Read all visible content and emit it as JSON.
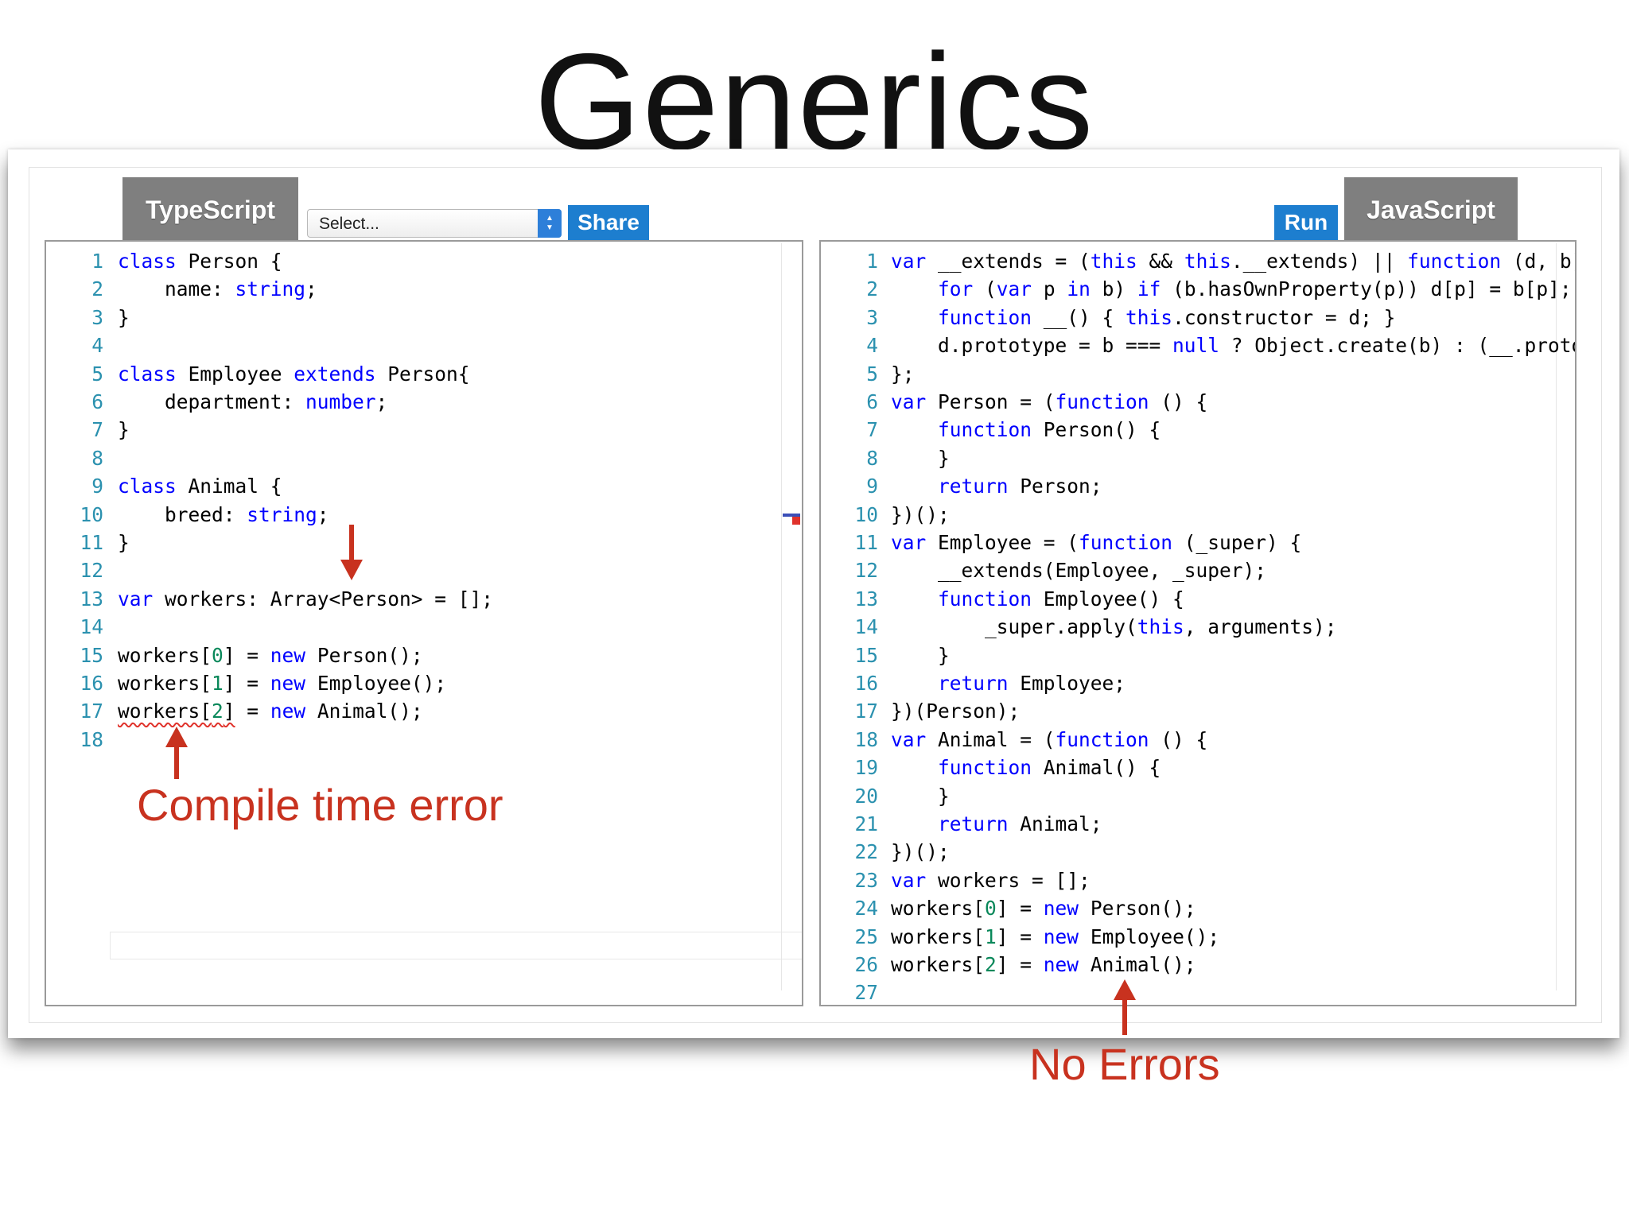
{
  "title": "Generics",
  "typescript_tab": "TypeScript",
  "javascript_tab": "JavaScript",
  "select": {
    "value": "Select..."
  },
  "share_label": "Share",
  "run_label": "Run",
  "annotations": {
    "compile_error": "Compile time error",
    "no_errors": "No Errors"
  },
  "ts_lines": [
    [
      [
        "kw",
        "class"
      ],
      [
        "t",
        " Person {"
      ]
    ],
    [
      [
        "t",
        "    name: "
      ],
      [
        "kw",
        "string"
      ],
      [
        "t",
        ";"
      ]
    ],
    [
      [
        "t",
        "}"
      ]
    ],
    [],
    [
      [
        "kw",
        "class"
      ],
      [
        "t",
        " Employee "
      ],
      [
        "kw",
        "extends"
      ],
      [
        "t",
        " Person{"
      ]
    ],
    [
      [
        "t",
        "    department: "
      ],
      [
        "kw",
        "number"
      ],
      [
        "t",
        ";"
      ]
    ],
    [
      [
        "t",
        "}"
      ]
    ],
    [],
    [
      [
        "kw",
        "class"
      ],
      [
        "t",
        " Animal {"
      ]
    ],
    [
      [
        "t",
        "    breed: "
      ],
      [
        "kw",
        "string"
      ],
      [
        "t",
        ";"
      ]
    ],
    [
      [
        "t",
        "}"
      ]
    ],
    [],
    [
      [
        "kw",
        "var"
      ],
      [
        "t",
        " workers: Array<Person> = [];"
      ]
    ],
    [],
    [
      [
        "t",
        "workers["
      ],
      [
        "num",
        "0"
      ],
      [
        "t",
        "] = "
      ],
      [
        "kw",
        "new"
      ],
      [
        "t",
        " Person();"
      ]
    ],
    [
      [
        "t",
        "workers["
      ],
      [
        "num",
        "1"
      ],
      [
        "t",
        "] = "
      ],
      [
        "kw",
        "new"
      ],
      [
        "t",
        " Employee();"
      ]
    ],
    [
      [
        "err",
        "workers["
      ],
      [
        "errnum",
        "2"
      ],
      [
        "err",
        "]"
      ],
      [
        "t",
        " = "
      ],
      [
        "kw",
        "new"
      ],
      [
        "t",
        " Animal();"
      ]
    ],
    []
  ],
  "js_lines": [
    [
      [
        "kw",
        "var"
      ],
      [
        "t",
        " __extends = ("
      ],
      [
        "kw",
        "this"
      ],
      [
        "t",
        " && "
      ],
      [
        "kw",
        "this"
      ],
      [
        "t",
        ".__extends) || "
      ],
      [
        "kw",
        "function"
      ],
      [
        "t",
        " (d, b) {"
      ]
    ],
    [
      [
        "t",
        "    "
      ],
      [
        "kw",
        "for"
      ],
      [
        "t",
        " ("
      ],
      [
        "kw",
        "var"
      ],
      [
        "t",
        " p "
      ],
      [
        "kw",
        "in"
      ],
      [
        "t",
        " b) "
      ],
      [
        "kw",
        "if"
      ],
      [
        "t",
        " (b.hasOwnProperty(p)) d[p] = b[p];"
      ]
    ],
    [
      [
        "t",
        "    "
      ],
      [
        "kw",
        "function"
      ],
      [
        "t",
        " __() { "
      ],
      [
        "kw",
        "this"
      ],
      [
        "t",
        ".constructor = d; }"
      ]
    ],
    [
      [
        "t",
        "    d.prototype = b === "
      ],
      [
        "kw",
        "null"
      ],
      [
        "t",
        " ? Object.create(b) : (__.prototype = b.prototype, new __());"
      ]
    ],
    [
      [
        "t",
        "};"
      ]
    ],
    [
      [
        "kw",
        "var"
      ],
      [
        "t",
        " Person = ("
      ],
      [
        "kw",
        "function"
      ],
      [
        "t",
        " () {"
      ]
    ],
    [
      [
        "t",
        "    "
      ],
      [
        "kw",
        "function"
      ],
      [
        "t",
        " Person() {"
      ]
    ],
    [
      [
        "t",
        "    }"
      ]
    ],
    [
      [
        "t",
        "    "
      ],
      [
        "kw",
        "return"
      ],
      [
        "t",
        " Person;"
      ]
    ],
    [
      [
        "t",
        "})();"
      ]
    ],
    [
      [
        "kw",
        "var"
      ],
      [
        "t",
        " Employee = ("
      ],
      [
        "kw",
        "function"
      ],
      [
        "t",
        " (_super) {"
      ]
    ],
    [
      [
        "t",
        "    __extends(Employee, _super);"
      ]
    ],
    [
      [
        "t",
        "    "
      ],
      [
        "kw",
        "function"
      ],
      [
        "t",
        " Employee() {"
      ]
    ],
    [
      [
        "t",
        "        _super.apply("
      ],
      [
        "kw",
        "this"
      ],
      [
        "t",
        ", arguments);"
      ]
    ],
    [
      [
        "t",
        "    }"
      ]
    ],
    [
      [
        "t",
        "    "
      ],
      [
        "kw",
        "return"
      ],
      [
        "t",
        " Employee;"
      ]
    ],
    [
      [
        "t",
        "})(Person);"
      ]
    ],
    [
      [
        "kw",
        "var"
      ],
      [
        "t",
        " Animal = ("
      ],
      [
        "kw",
        "function"
      ],
      [
        "t",
        " () {"
      ]
    ],
    [
      [
        "t",
        "    "
      ],
      [
        "kw",
        "function"
      ],
      [
        "t",
        " Animal() {"
      ]
    ],
    [
      [
        "t",
        "    }"
      ]
    ],
    [
      [
        "t",
        "    "
      ],
      [
        "kw",
        "return"
      ],
      [
        "t",
        " Animal;"
      ]
    ],
    [
      [
        "t",
        "})();"
      ]
    ],
    [
      [
        "kw",
        "var"
      ],
      [
        "t",
        " workers = [];"
      ]
    ],
    [
      [
        "t",
        "workers["
      ],
      [
        "num",
        "0"
      ],
      [
        "t",
        "] = "
      ],
      [
        "kw",
        "new"
      ],
      [
        "t",
        " Person();"
      ]
    ],
    [
      [
        "t",
        "workers["
      ],
      [
        "num",
        "1"
      ],
      [
        "t",
        "] = "
      ],
      [
        "kw",
        "new"
      ],
      [
        "t",
        " Employee();"
      ]
    ],
    [
      [
        "t",
        "workers["
      ],
      [
        "num",
        "2"
      ],
      [
        "t",
        "] = "
      ],
      [
        "kw",
        "new"
      ],
      [
        "t",
        " Animal();"
      ]
    ],
    []
  ],
  "colors": {
    "keyword": "#0000ff",
    "number": "#09885a",
    "line_number": "#2b91af",
    "tab_bg": "#7f7f7f",
    "button_bg": "#1d7ecf",
    "annotation": "#c8321f"
  }
}
